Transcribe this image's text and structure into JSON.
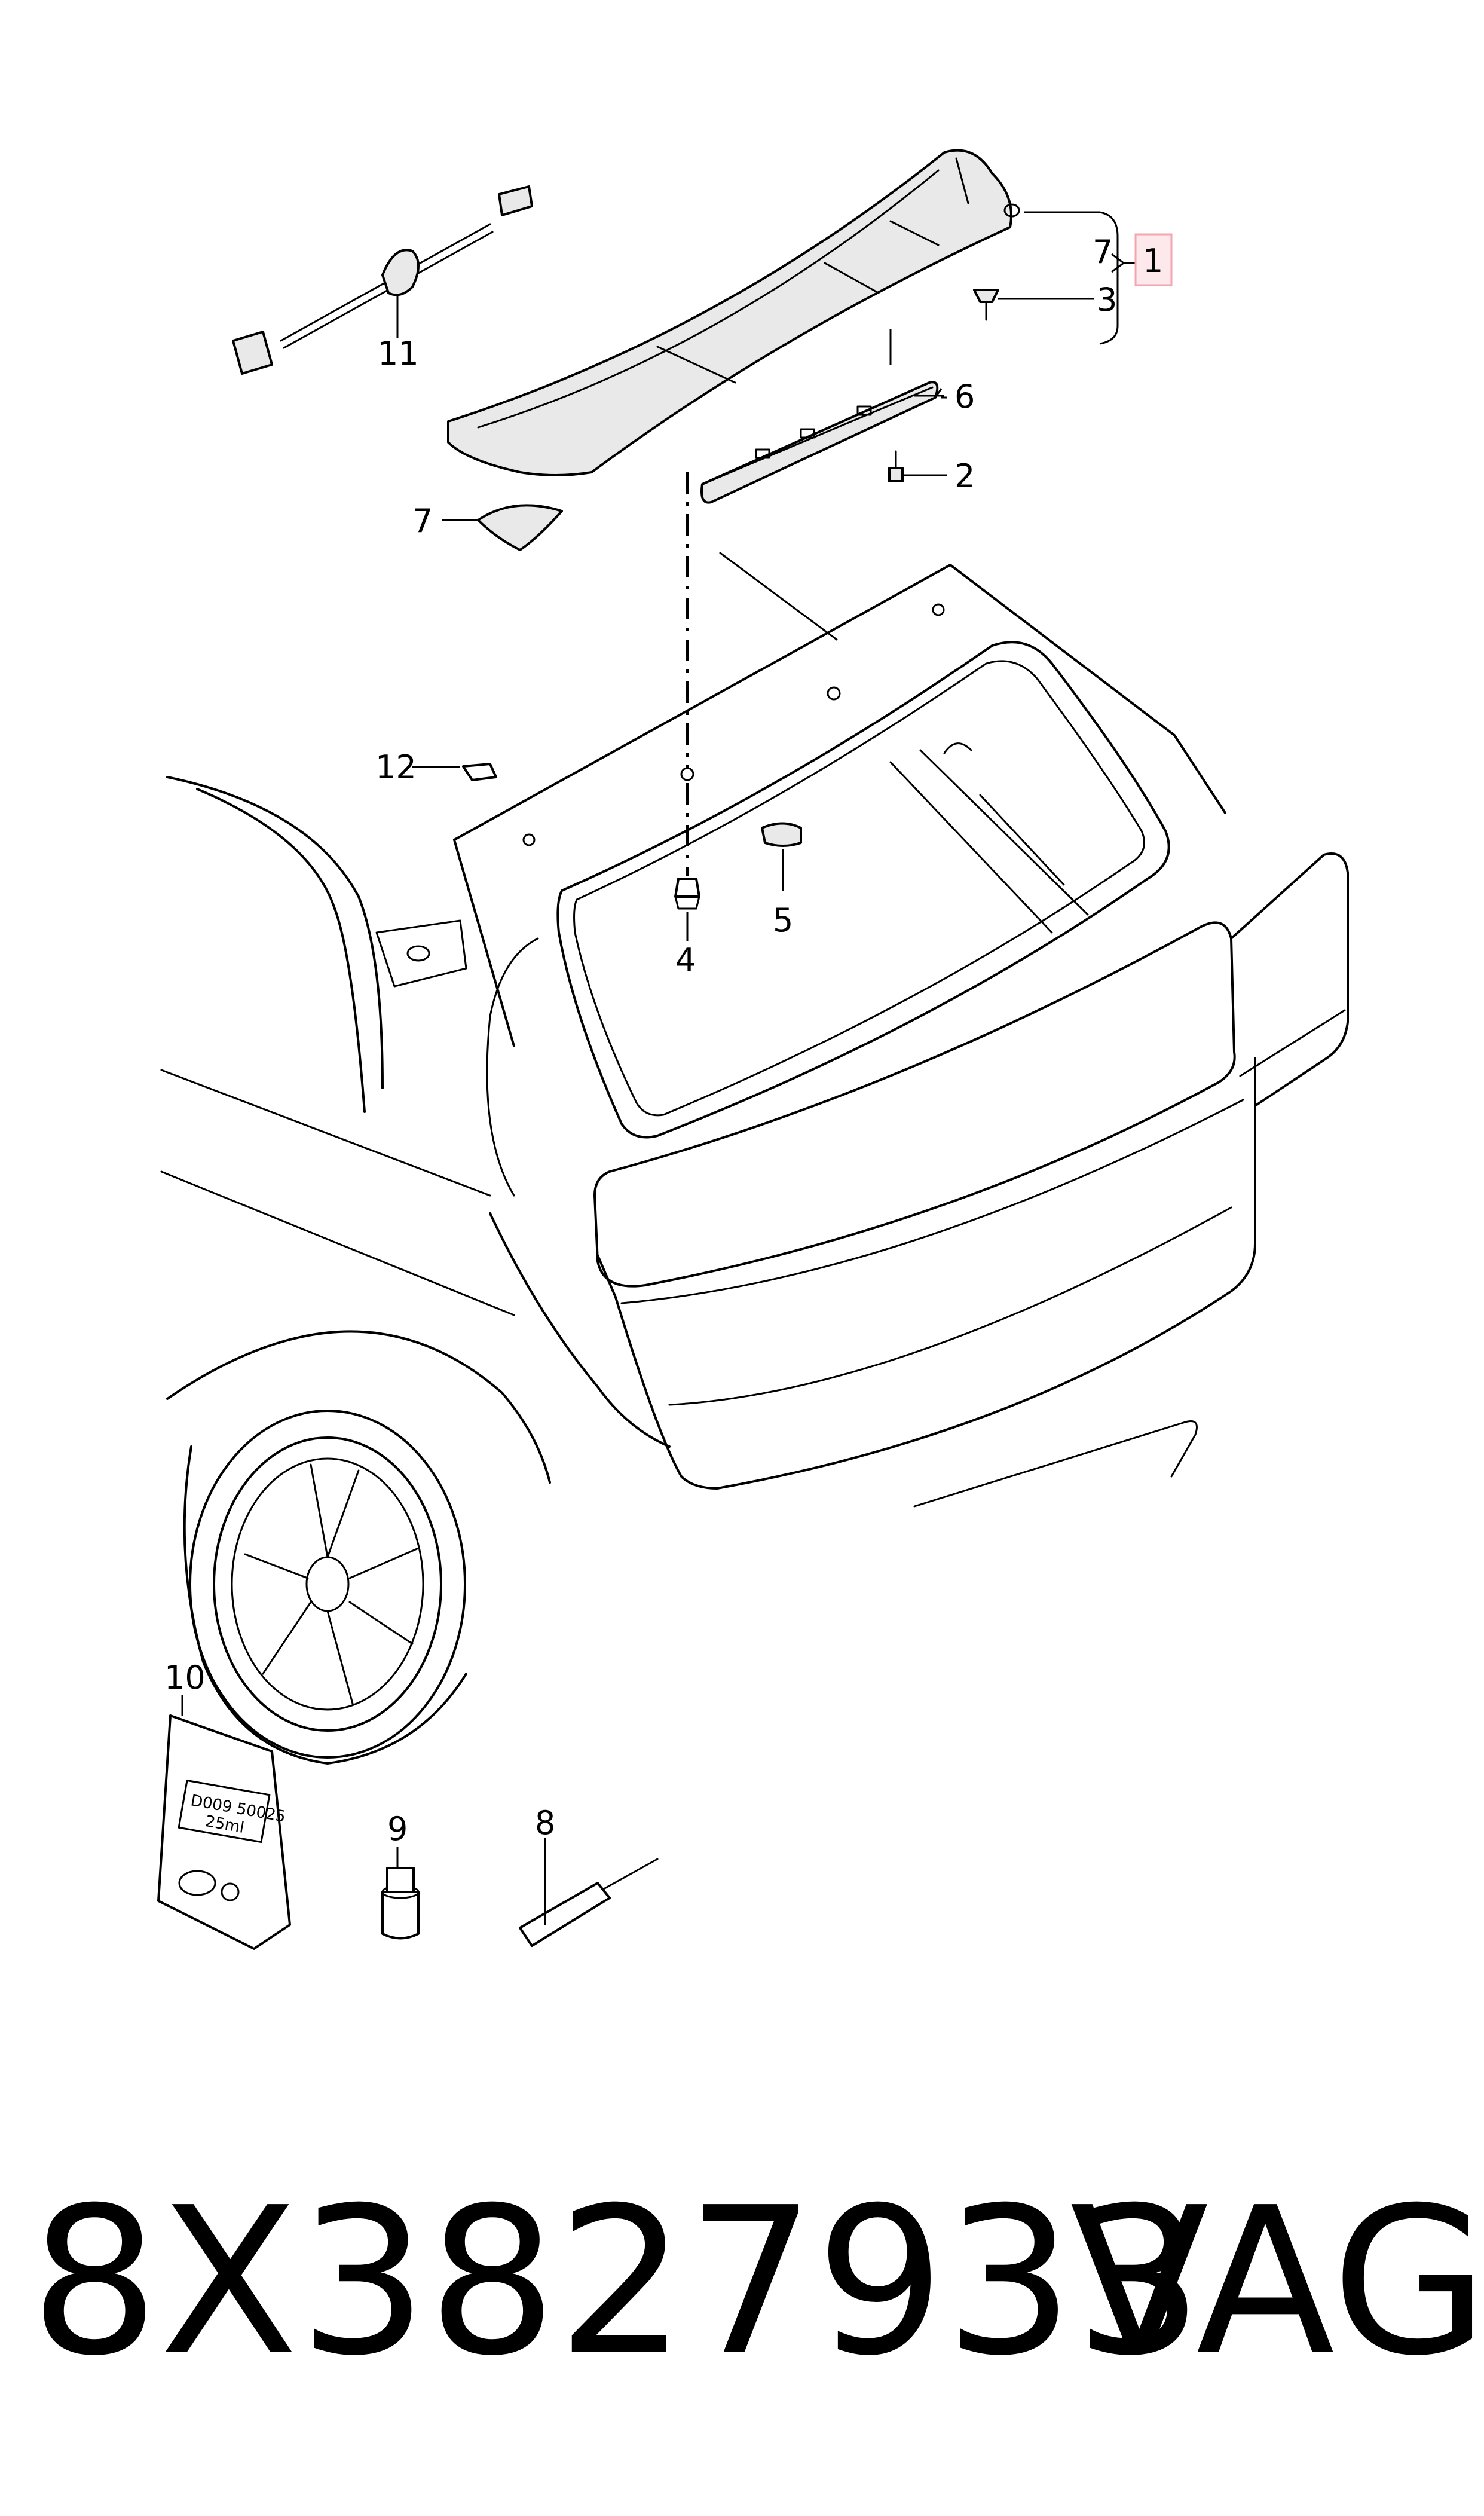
{
  "callouts": {
    "c1": "1",
    "c2": "2",
    "c3": "3",
    "c4": "4",
    "c5": "5",
    "c6": "6",
    "c7_top": "7",
    "c7_left": "7",
    "c8": "8",
    "c9": "9",
    "c10": "10",
    "c11": "11",
    "c12": "12"
  },
  "sealant_bag": {
    "line1": "D009 50025",
    "line2": "25ml"
  },
  "footer": {
    "part_number": "8X3827933",
    "brand": "VAG"
  },
  "colors": {
    "line": "#000000",
    "highlight_box": "#f4a6b0",
    "highlight_fill": "#fde8eb"
  }
}
